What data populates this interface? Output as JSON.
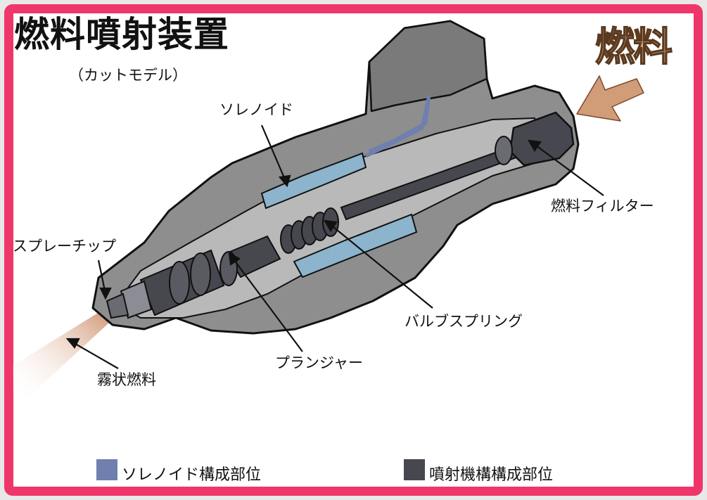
{
  "title": "燃料噴射装置",
  "subtitle": "（カットモデル）",
  "fuel_label": "燃料",
  "labels": {
    "solenoid": "ソレノイド",
    "fuel_filter": "燃料フィルター",
    "spray_tip": "スプレーチップ",
    "valve_spring": "バルブスプリング",
    "plunger": "プランジャー",
    "atomized_fuel": "霧状燃料"
  },
  "legend": [
    {
      "label": "ソレノイド構成部位",
      "color": "#6f7fae"
    },
    {
      "label": "噴射機構構成部位",
      "color": "#47474f"
    }
  ],
  "colors": {
    "frame": "#f0356a",
    "body": "#8e8e8e",
    "section": "#b9b9b9",
    "coil": "#8cb4cc",
    "mechanism": "#47474f",
    "arrow": "#d19c78"
  }
}
